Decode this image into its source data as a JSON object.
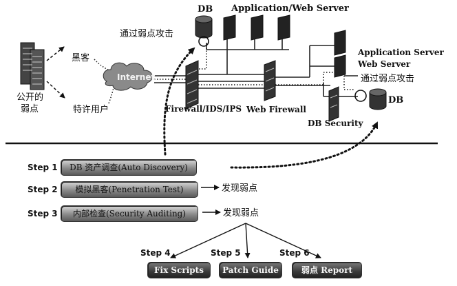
{
  "top": {
    "db_label": "DB",
    "app_web_server_label": "Application/Web Server",
    "attack_left_label": "通过弱点攻击",
    "internet_label": "Internet",
    "hacker_label": "黑客",
    "privileged_user_label": "特许用户",
    "public_vuln_label_1": "公开的",
    "public_vuln_label_2": "弱点",
    "firewall_label": "Firewall/IDS/IPS",
    "web_firewall_label": "Web Firewall",
    "app_server_label": "Application Server",
    "web_server_label": "Web Server",
    "attack_right_label": "通过弱点攻击",
    "db_right_label": "DB",
    "db_security_label": "DB Security"
  },
  "steps": [
    {
      "step": "Step 1",
      "label": "DB 资产调查(Auto Discovery)"
    },
    {
      "step": "Step 2",
      "label": "模拟黑客(Penetration Test)",
      "result": "发现弱点"
    },
    {
      "step": "Step 3",
      "label": "内部检查(Security Auditing)",
      "result": "发现弱点"
    }
  ],
  "outcomes": [
    {
      "step": "Step 4",
      "label": "Fix Scripts"
    },
    {
      "step": "Step 5",
      "label": "Patch Guide"
    },
    {
      "step": "Step 6",
      "label": "弱点  Report"
    }
  ],
  "colors": {
    "ink": "#111111",
    "pill_light": "#9a9a9a",
    "pill_dark": "#333333"
  }
}
